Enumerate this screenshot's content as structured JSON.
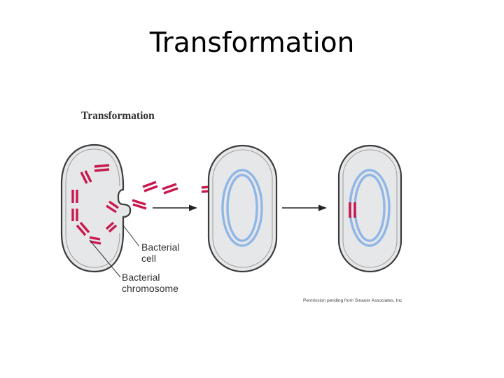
{
  "slide": {
    "title": "Transformation"
  },
  "figure": {
    "title": "Transformation",
    "labels": {
      "cell_line1": "Bacterial",
      "cell_line2": "cell",
      "chromosome_line1": "Bacterial",
      "chromosome_line2": "chromosome"
    },
    "credit": "Permission pending from Sinauer Associates, Inc"
  },
  "colors": {
    "cell_fill": "#e6e7e9",
    "cell_outline": "#3b3b3b",
    "donor_dna": "#c8194e",
    "recipient_chromosome": "#8fb6e6",
    "arrow": "#222222"
  }
}
